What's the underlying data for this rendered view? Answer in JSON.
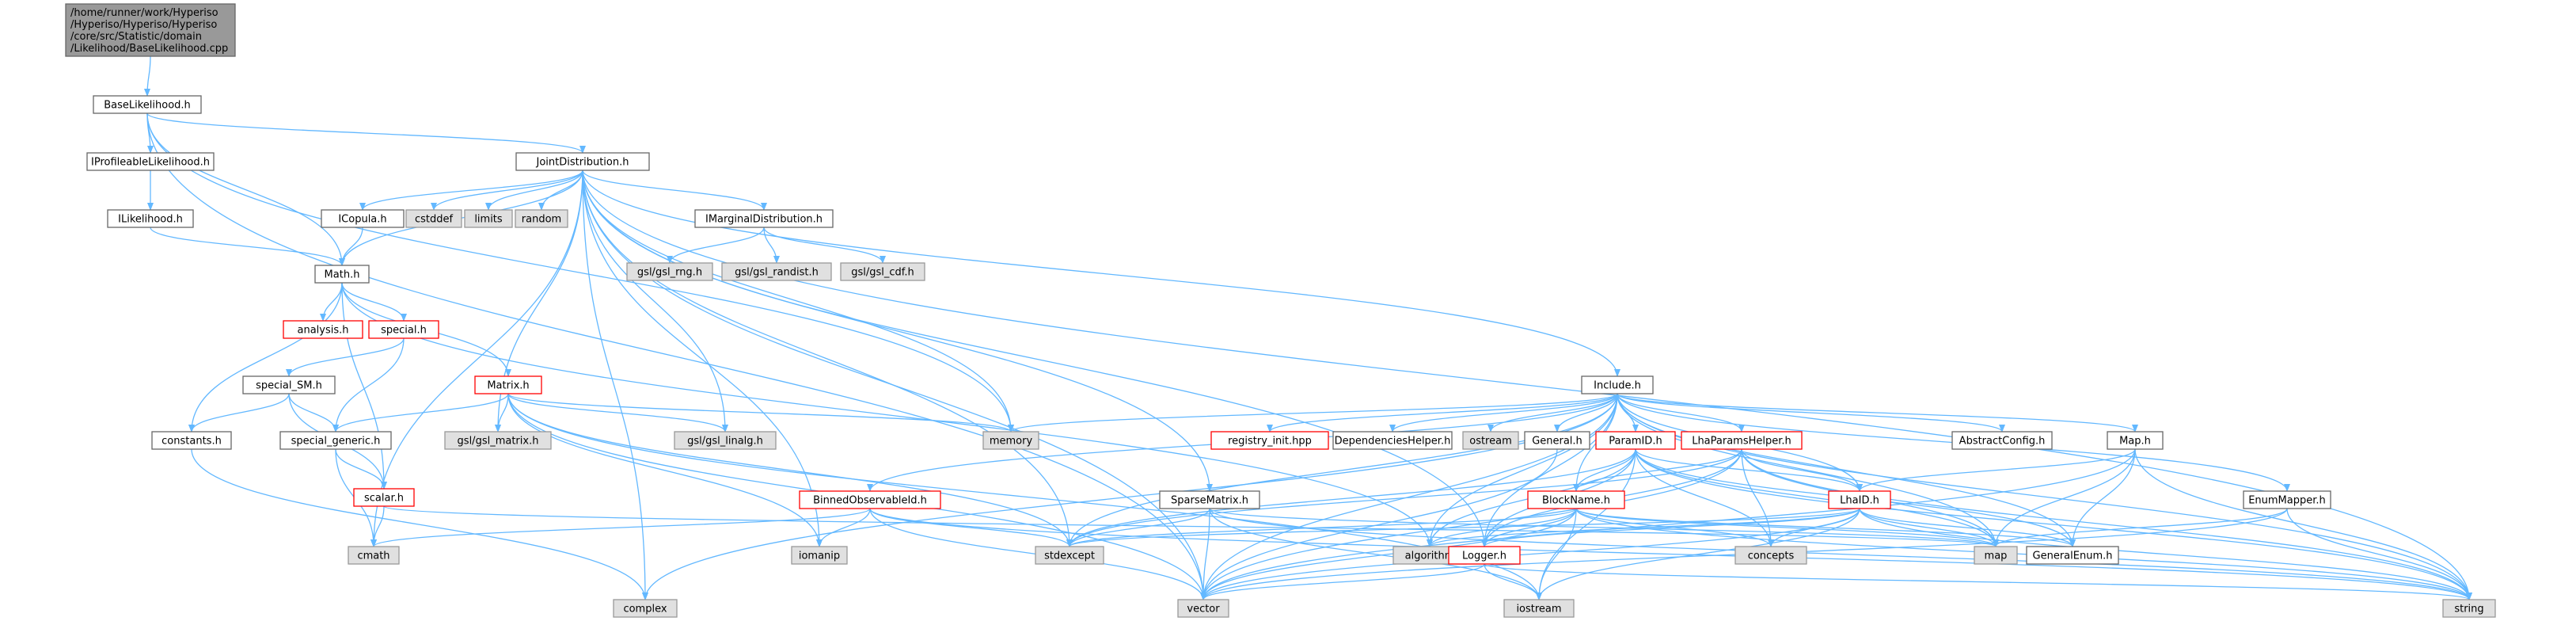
{
  "colors": {
    "edge": "#63b8ff",
    "root_fill": "#999999",
    "root_stroke": "#666666",
    "local_fill": "#ffffff",
    "local_stroke": "#666666",
    "system_fill": "#e0e0e0",
    "system_stroke": "#999999",
    "truncated_stroke": "#ff0000"
  },
  "nodes": [
    {
      "id": "root",
      "kind": "root",
      "lines": [
        "/home/runner/work/Hyperiso",
        "/Hyperiso/Hyperiso/Hyperiso",
        "/core/src/Statistic/domain",
        "/Likelihood/BaseLikelihood.cpp"
      ]
    },
    {
      "id": "baselik",
      "kind": "local",
      "lines": [
        "BaseLikelihood.h"
      ]
    },
    {
      "id": "iprof",
      "kind": "local",
      "lines": [
        "IProfileableLikelihood.h"
      ]
    },
    {
      "id": "ilik",
      "kind": "local",
      "lines": [
        "ILikelihood.h"
      ]
    },
    {
      "id": "joint",
      "kind": "local",
      "lines": [
        "JointDistribution.h"
      ]
    },
    {
      "id": "icopula",
      "kind": "local",
      "lines": [
        "ICopula.h"
      ]
    },
    {
      "id": "cstddef",
      "kind": "system",
      "lines": [
        "cstddef"
      ]
    },
    {
      "id": "limits",
      "kind": "system",
      "lines": [
        "limits"
      ]
    },
    {
      "id": "random",
      "kind": "system",
      "lines": [
        "random"
      ]
    },
    {
      "id": "imarg",
      "kind": "local",
      "lines": [
        "IMarginalDistribution.h"
      ]
    },
    {
      "id": "gslrng",
      "kind": "system",
      "lines": [
        "gsl/gsl_rng.h"
      ]
    },
    {
      "id": "gslrandist",
      "kind": "system",
      "lines": [
        "gsl/gsl_randist.h"
      ]
    },
    {
      "id": "gslcdf",
      "kind": "system",
      "lines": [
        "gsl/gsl_cdf.h"
      ]
    },
    {
      "id": "math",
      "kind": "local",
      "lines": [
        "Math.h"
      ]
    },
    {
      "id": "analysis",
      "kind": "truncated",
      "lines": [
        "analysis.h"
      ]
    },
    {
      "id": "special",
      "kind": "truncated",
      "lines": [
        "special.h"
      ]
    },
    {
      "id": "specialsm",
      "kind": "local",
      "lines": [
        "special_SM.h"
      ]
    },
    {
      "id": "matrix",
      "kind": "truncated",
      "lines": [
        "Matrix.h"
      ]
    },
    {
      "id": "constants",
      "kind": "local",
      "lines": [
        "constants.h"
      ]
    },
    {
      "id": "specialgen",
      "kind": "local",
      "lines": [
        "special_generic.h"
      ]
    },
    {
      "id": "gslmatrix",
      "kind": "system",
      "lines": [
        "gsl/gsl_matrix.h"
      ]
    },
    {
      "id": "gsllinalg",
      "kind": "system",
      "lines": [
        "gsl/gsl_linalg.h"
      ]
    },
    {
      "id": "memory",
      "kind": "system",
      "lines": [
        "memory"
      ]
    },
    {
      "id": "scalar",
      "kind": "truncated",
      "lines": [
        "scalar.h"
      ]
    },
    {
      "id": "cmath",
      "kind": "system",
      "lines": [
        "cmath"
      ]
    },
    {
      "id": "include",
      "kind": "local",
      "lines": [
        "Include.h"
      ]
    },
    {
      "id": "registry",
      "kind": "truncated",
      "lines": [
        "registry_init.hpp"
      ]
    },
    {
      "id": "dephelper",
      "kind": "local",
      "lines": [
        "DependenciesHelper.h"
      ]
    },
    {
      "id": "ostream",
      "kind": "system",
      "lines": [
        "ostream"
      ]
    },
    {
      "id": "general",
      "kind": "local",
      "lines": [
        "General.h"
      ]
    },
    {
      "id": "paramid",
      "kind": "truncated",
      "lines": [
        "ParamID.h"
      ]
    },
    {
      "id": "lhaparams",
      "kind": "truncated",
      "lines": [
        "LhaParamsHelper.h"
      ]
    },
    {
      "id": "abstractcfg",
      "kind": "local",
      "lines": [
        "AbstractConfig.h"
      ]
    },
    {
      "id": "maph",
      "kind": "local",
      "lines": [
        "Map.h"
      ]
    },
    {
      "id": "binned",
      "kind": "truncated",
      "lines": [
        "BinnedObservableId.h"
      ]
    },
    {
      "id": "sparse",
      "kind": "local",
      "lines": [
        "SparseMatrix.h"
      ]
    },
    {
      "id": "blockname",
      "kind": "truncated",
      "lines": [
        "BlockName.h"
      ]
    },
    {
      "id": "lhaid",
      "kind": "truncated",
      "lines": [
        "LhaID.h"
      ]
    },
    {
      "id": "enummapper",
      "kind": "local",
      "lines": [
        "EnumMapper.h"
      ]
    },
    {
      "id": "iomanip",
      "kind": "system",
      "lines": [
        "iomanip"
      ]
    },
    {
      "id": "stdexcept",
      "kind": "system",
      "lines": [
        "stdexcept"
      ]
    },
    {
      "id": "algorithm",
      "kind": "system",
      "lines": [
        "algorithm"
      ]
    },
    {
      "id": "concepts",
      "kind": "system",
      "lines": [
        "concepts"
      ]
    },
    {
      "id": "map",
      "kind": "system",
      "lines": [
        "map"
      ]
    },
    {
      "id": "generalenum",
      "kind": "local",
      "lines": [
        "GeneralEnum.h"
      ]
    },
    {
      "id": "logger",
      "kind": "truncated",
      "lines": [
        "Logger.h"
      ]
    },
    {
      "id": "complex",
      "kind": "system",
      "lines": [
        "complex"
      ]
    },
    {
      "id": "vector",
      "kind": "system",
      "lines": [
        "vector"
      ]
    },
    {
      "id": "iostream",
      "kind": "system",
      "lines": [
        "iostream"
      ]
    },
    {
      "id": "string",
      "kind": "system",
      "lines": [
        "string"
      ]
    }
  ],
  "edges": [
    [
      "root",
      "baselik"
    ],
    [
      "baselik",
      "iprof"
    ],
    [
      "baselik",
      "joint"
    ],
    [
      "baselik",
      "math"
    ],
    [
      "baselik",
      "memory"
    ],
    [
      "baselik",
      "vector"
    ],
    [
      "iprof",
      "ilik"
    ],
    [
      "ilik",
      "math"
    ],
    [
      "joint",
      "icopula"
    ],
    [
      "joint",
      "cstddef"
    ],
    [
      "joint",
      "limits"
    ],
    [
      "joint",
      "random"
    ],
    [
      "joint",
      "imarg"
    ],
    [
      "joint",
      "math"
    ],
    [
      "joint",
      "gslmatrix"
    ],
    [
      "joint",
      "gsllinalg"
    ],
    [
      "joint",
      "memory"
    ],
    [
      "joint",
      "include"
    ],
    [
      "joint",
      "cmath"
    ],
    [
      "joint",
      "complex"
    ],
    [
      "joint",
      "iomanip"
    ],
    [
      "joint",
      "vector"
    ],
    [
      "joint",
      "stdexcept"
    ],
    [
      "joint",
      "logger"
    ],
    [
      "joint",
      "string"
    ],
    [
      "joint",
      "sparse"
    ],
    [
      "icopula",
      "math"
    ],
    [
      "imarg",
      "gslrng"
    ],
    [
      "imarg",
      "gslrandist"
    ],
    [
      "imarg",
      "gslcdf"
    ],
    [
      "math",
      "analysis"
    ],
    [
      "math",
      "special"
    ],
    [
      "math",
      "matrix"
    ],
    [
      "math",
      "constants"
    ],
    [
      "math",
      "scalar"
    ],
    [
      "math",
      "algorithm"
    ],
    [
      "special",
      "specialsm"
    ],
    [
      "special",
      "specialgen"
    ],
    [
      "specialsm",
      "constants"
    ],
    [
      "specialsm",
      "specialgen"
    ],
    [
      "specialsm",
      "scalar"
    ],
    [
      "constants",
      "complex"
    ],
    [
      "specialgen",
      "scalar"
    ],
    [
      "specialgen",
      "cmath"
    ],
    [
      "scalar",
      "cmath"
    ],
    [
      "scalar",
      "map"
    ],
    [
      "matrix",
      "specialgen"
    ],
    [
      "matrix",
      "gslmatrix"
    ],
    [
      "matrix",
      "gsllinalg"
    ],
    [
      "matrix",
      "memory"
    ],
    [
      "matrix",
      "stdexcept"
    ],
    [
      "matrix",
      "vector"
    ],
    [
      "matrix",
      "iostream"
    ],
    [
      "matrix",
      "iomanip"
    ],
    [
      "include",
      "memory"
    ],
    [
      "include",
      "registry"
    ],
    [
      "include",
      "dephelper"
    ],
    [
      "include",
      "ostream"
    ],
    [
      "include",
      "general"
    ],
    [
      "include",
      "paramid"
    ],
    [
      "include",
      "lhaparams"
    ],
    [
      "include",
      "abstractcfg"
    ],
    [
      "include",
      "maph"
    ],
    [
      "include",
      "binned"
    ],
    [
      "include",
      "blockname"
    ],
    [
      "include",
      "lhaid"
    ],
    [
      "include",
      "enummapper"
    ],
    [
      "include",
      "logger"
    ],
    [
      "include",
      "vector"
    ],
    [
      "include",
      "string"
    ],
    [
      "include",
      "map"
    ],
    [
      "include",
      "stdexcept"
    ],
    [
      "include",
      "complex"
    ],
    [
      "include",
      "algorithm"
    ],
    [
      "include",
      "generalenum"
    ],
    [
      "general",
      "vector"
    ],
    [
      "paramid",
      "blockname"
    ],
    [
      "paramid",
      "lhaid"
    ],
    [
      "paramid",
      "stdexcept"
    ],
    [
      "paramid",
      "concepts"
    ],
    [
      "paramid",
      "map"
    ],
    [
      "paramid",
      "logger"
    ],
    [
      "paramid",
      "algorithm"
    ],
    [
      "paramid",
      "iostream"
    ],
    [
      "paramid",
      "string"
    ],
    [
      "paramid",
      "generalenum"
    ],
    [
      "lhaparams",
      "blockname"
    ],
    [
      "lhaparams",
      "lhaid"
    ],
    [
      "lhaparams",
      "logger"
    ],
    [
      "lhaparams",
      "map"
    ],
    [
      "lhaparams",
      "string"
    ],
    [
      "lhaparams",
      "concepts"
    ],
    [
      "lhaparams",
      "stdexcept"
    ],
    [
      "lhaparams",
      "vector"
    ],
    [
      "maph",
      "lhaid"
    ],
    [
      "maph",
      "map"
    ],
    [
      "maph",
      "generalenum"
    ],
    [
      "maph",
      "vector"
    ],
    [
      "maph",
      "string"
    ],
    [
      "binned",
      "cmath"
    ],
    [
      "binned",
      "iomanip"
    ],
    [
      "binned",
      "stdexcept"
    ],
    [
      "binned",
      "vector"
    ],
    [
      "binned",
      "string"
    ],
    [
      "sparse",
      "stdexcept"
    ],
    [
      "sparse",
      "vector"
    ],
    [
      "sparse",
      "map"
    ],
    [
      "sparse",
      "iostream"
    ],
    [
      "sparse",
      "string"
    ],
    [
      "blockname",
      "algorithm"
    ],
    [
      "blockname",
      "concepts"
    ],
    [
      "blockname",
      "logger"
    ],
    [
      "blockname",
      "stdexcept"
    ],
    [
      "blockname",
      "map"
    ],
    [
      "blockname",
      "string"
    ],
    [
      "blockname",
      "vector"
    ],
    [
      "blockname",
      "iostream"
    ],
    [
      "blockname",
      "generalenum"
    ],
    [
      "lhaid",
      "concepts"
    ],
    [
      "lhaid",
      "map"
    ],
    [
      "lhaid",
      "logger"
    ],
    [
      "lhaid",
      "algorithm"
    ],
    [
      "lhaid",
      "stdexcept"
    ],
    [
      "lhaid",
      "vector"
    ],
    [
      "lhaid",
      "string"
    ],
    [
      "lhaid",
      "iostream"
    ],
    [
      "lhaid",
      "generalenum"
    ],
    [
      "enummapper",
      "map"
    ],
    [
      "enummapper",
      "string"
    ],
    [
      "enummapper",
      "vector"
    ],
    [
      "logger",
      "iostream"
    ],
    [
      "logger",
      "string"
    ],
    [
      "logger",
      "vector"
    ]
  ]
}
